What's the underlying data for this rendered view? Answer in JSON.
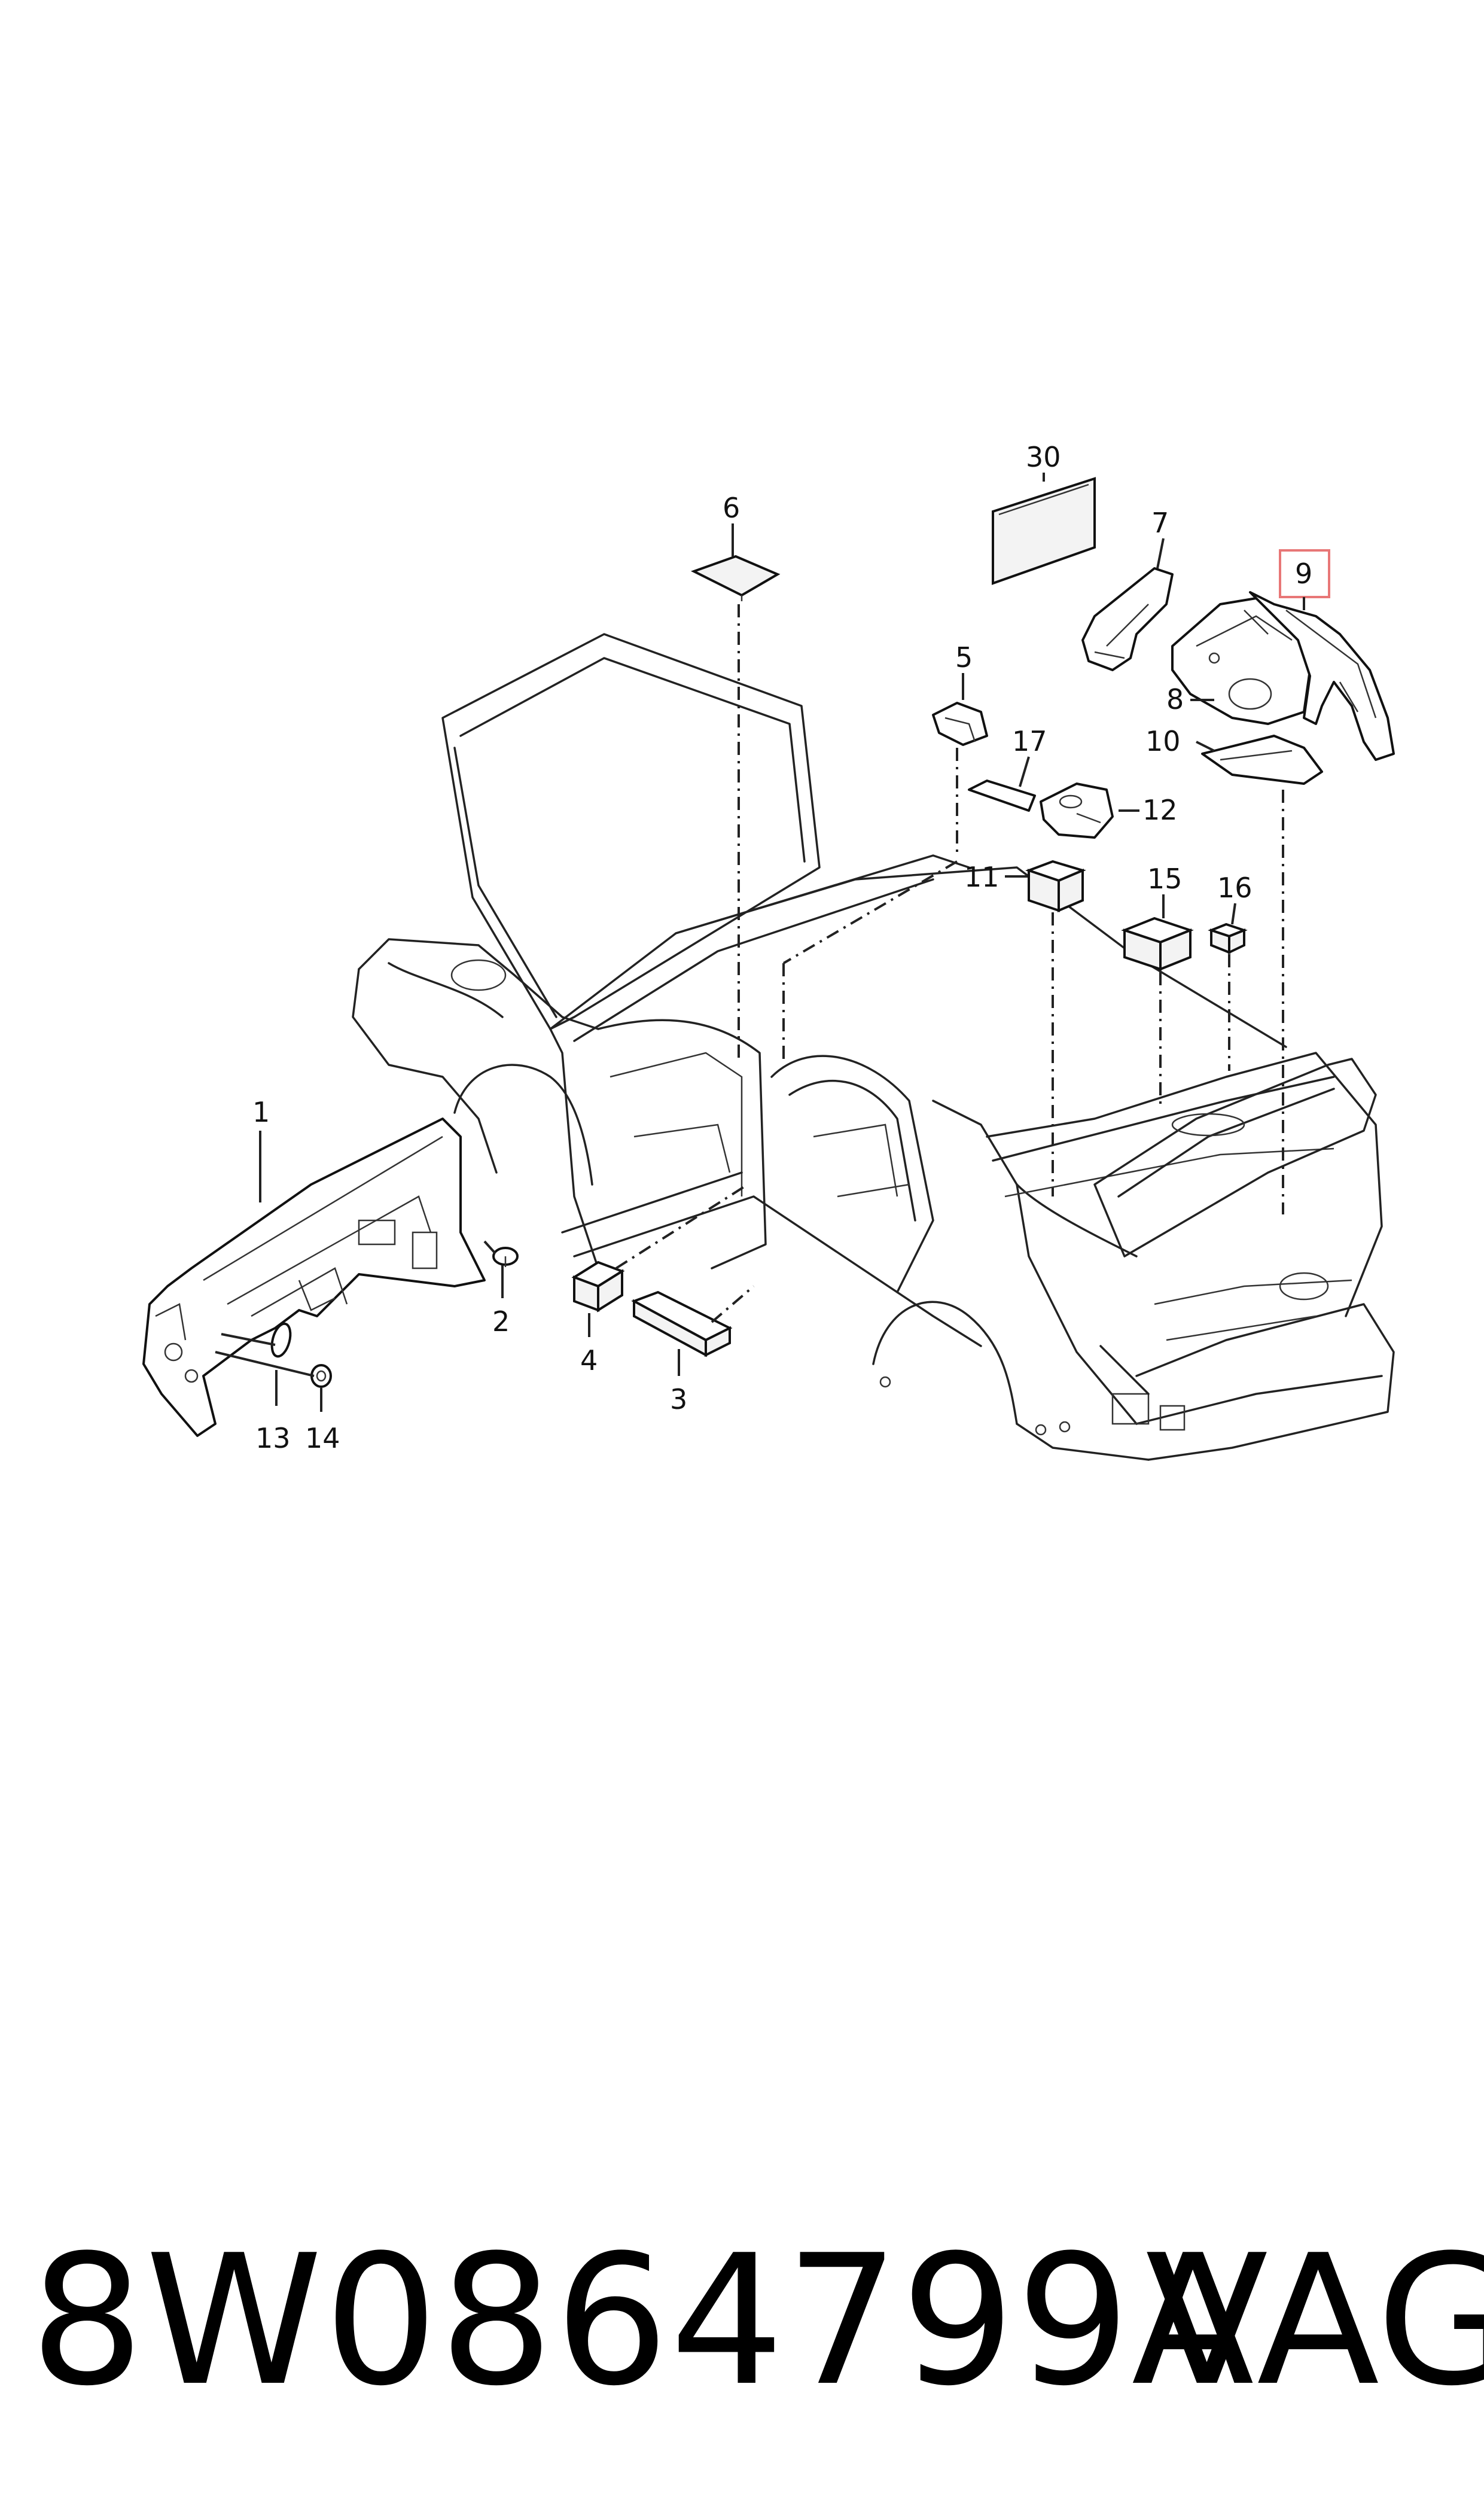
{
  "footer": {
    "part_number": "8W0864799A",
    "brand": "VAG"
  },
  "callouts": {
    "c1": "1",
    "c2": "2",
    "c3": "3",
    "c4": "4",
    "c5": "5",
    "c6": "6",
    "c7": "7",
    "c8": "8",
    "c9": "9",
    "c10": "10",
    "c11": "11",
    "c12": "12",
    "c13": "13",
    "c14": "14",
    "c15": "15",
    "c16": "16",
    "c17": "17",
    "c30": "30"
  },
  "highlighted_callout": "9",
  "colors": {
    "line": "#111111",
    "highlight_border": "#e87777",
    "background": "#ffffff"
  }
}
